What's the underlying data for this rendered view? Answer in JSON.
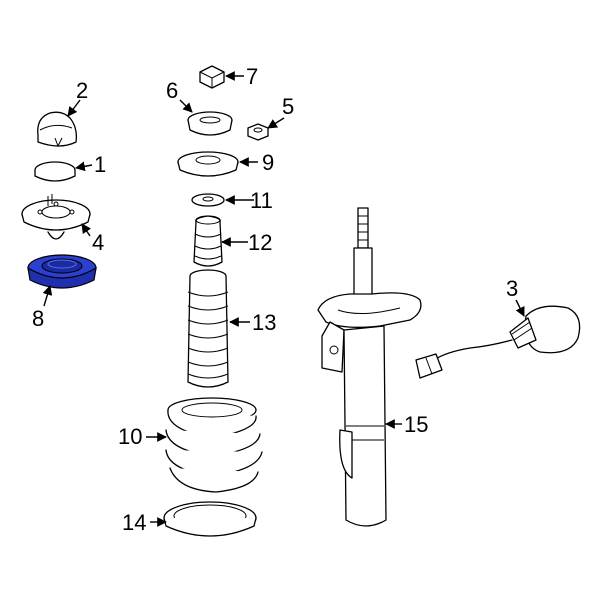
{
  "colors": {
    "highlight": "#2b3fd1",
    "line": "#000000",
    "background": "#ffffff"
  },
  "callouts": {
    "c1": "1",
    "c2": "2",
    "c3": "3",
    "c4": "4",
    "c5": "5",
    "c6": "6",
    "c7": "7",
    "c8": "8",
    "c9": "9",
    "c10": "10",
    "c11": "11",
    "c12": "12",
    "c13": "13",
    "c14": "14",
    "c15": "15"
  },
  "highlighted_part": "8"
}
